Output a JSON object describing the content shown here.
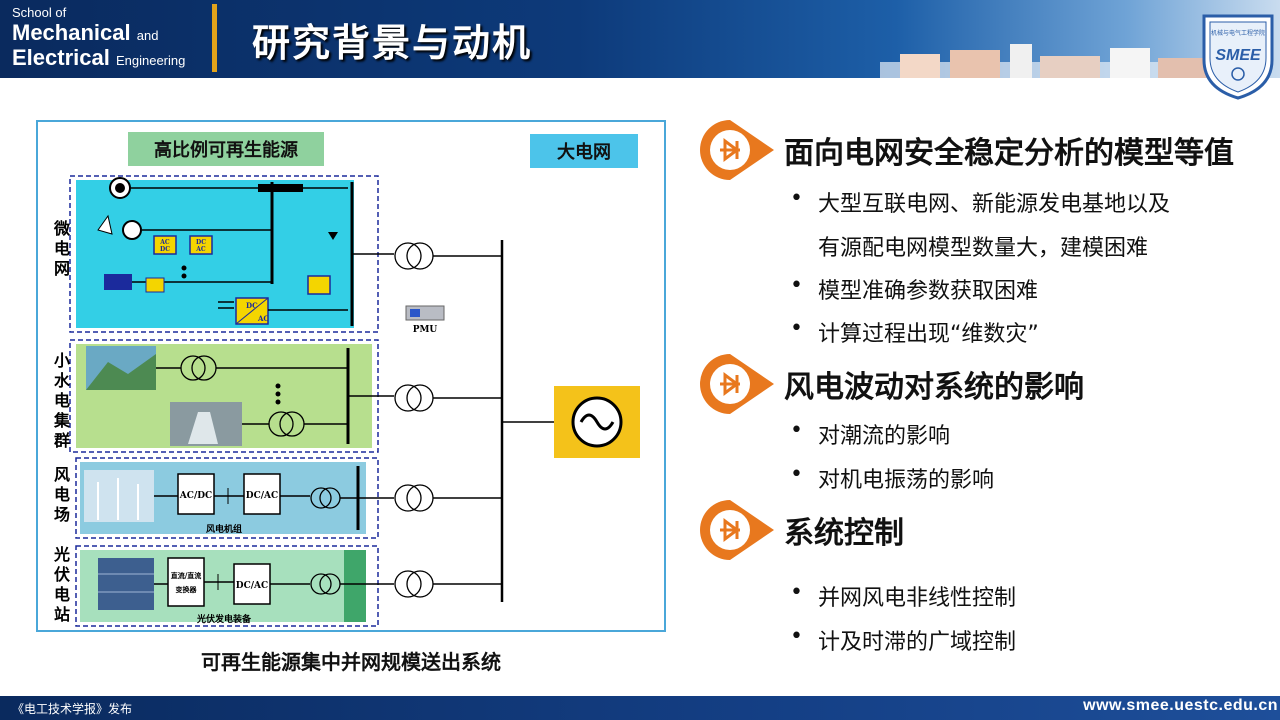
{
  "header": {
    "school_line1": "School of",
    "school_line2_main": "Mechanical",
    "school_line2_small": "and",
    "school_line3_main": "Electrical",
    "school_line3_small": "Engineering",
    "title": "研究背景与动机",
    "logo_text": "SMEE",
    "logo_caption": "机械与电气工程学院"
  },
  "diagram": {
    "label_renewable": "高比例可再生能源",
    "label_grid": "大电网",
    "group_microgrid": [
      "微",
      "电",
      "网"
    ],
    "group_hydro": [
      "小",
      "水",
      "电",
      "集",
      "群"
    ],
    "group_wind": [
      "风",
      "电",
      "场"
    ],
    "group_pv": [
      "光",
      "伏",
      "电",
      "站"
    ],
    "conv_acdc": "AC/DC",
    "conv_dcac": "DC/AC",
    "conv_dc": "DC",
    "conv_ac": "AC",
    "wind_unit": "风电机组",
    "pv_unit": "光伏发电装备",
    "pv_dcdc": "直流/直流",
    "pv_boost": "变换器",
    "pmu": "PMU",
    "caption": "可再生能源集中并网规模送出系统"
  },
  "sections": [
    {
      "title": "面向电网安全稳定分析的模型等值",
      "bullets": [
        {
          "dot": "•",
          "text": "大型互联电网、新能源发电基地以及",
          "cont": "有源配电网模型数量大，建模困难"
        },
        {
          "dot": "•",
          "text": "模型准确参数获取困难"
        },
        {
          "dot": "•",
          "text": "计算过程出现“维数灾”"
        }
      ]
    },
    {
      "title": "风电波动对系统的影响",
      "bullets": [
        {
          "dot": "•",
          "text": "对潮流的影响"
        },
        {
          "dot": "•",
          "text": "对机电振荡的影响"
        }
      ]
    },
    {
      "title": "系统控制",
      "bullets": [
        {
          "dot": "•",
          "text": "并网风电非线性控制"
        },
        {
          "dot": "•",
          "text": "计及时滞的广域控制"
        }
      ]
    }
  ],
  "footer": {
    "publisher": "《电工技术学报》发布",
    "url": "www.smee.uestc.edu.cn"
  },
  "colors": {
    "accent_orange": "#e8781e",
    "header_blue": "#0d3a7a",
    "microgrid_bg": "#33cfe6",
    "hydro_bg": "#b7df8e",
    "wind_bg": "#8ccbe0",
    "pv_bg": "#a7e0bd",
    "generator_bg": "#f4c21a"
  }
}
